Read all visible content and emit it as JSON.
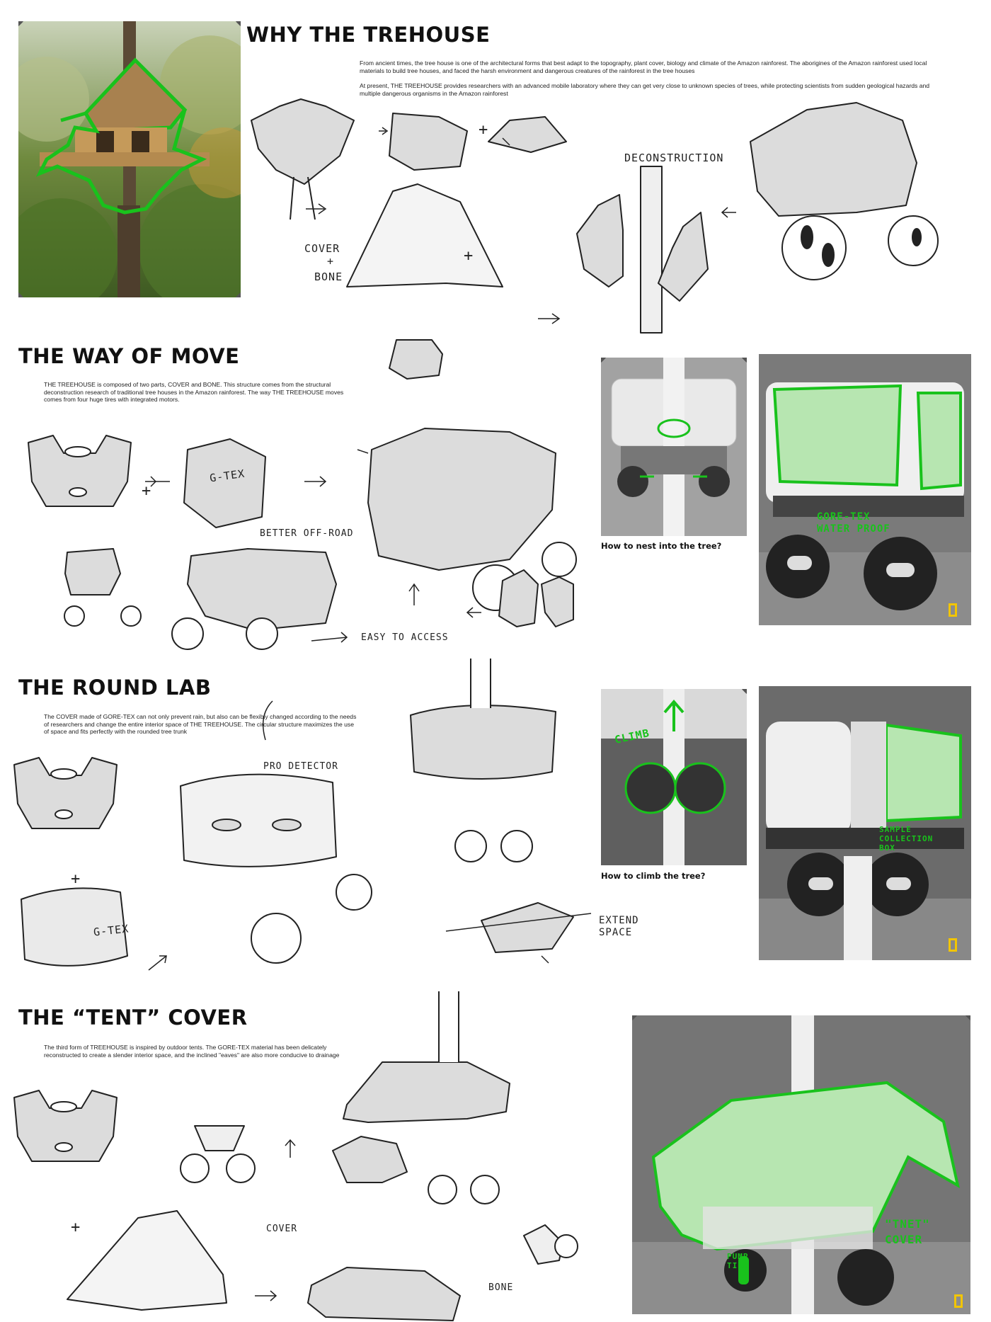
{
  "sections": {
    "why": {
      "title": "WHY THE TREHOUSE",
      "para1": "From ancient times, the tree house is one of the architectural forms that best adapt to the topography, plant cover, biology and climate of the Amazon rainforest. The aborigines of the Amazon rainforest used local materials to build tree houses, and faced the harsh environment and dangerous creatures of the rainforest in the tree houses",
      "para2": "At present, THE TREEHOUSE provides researchers with an advanced mobile laboratory where they can get very close to unknown species of trees, while protecting scientists from sudden geological hazards and multiple dangerous organisms in the Amazon rainforest",
      "labels": {
        "deconstruction": "DECONSTRUCTION",
        "cover": "COVER",
        "plus": "+",
        "bone": "BONE"
      }
    },
    "move": {
      "title": "THE WAY OF MOVE",
      "para": "THE TREEHOUSE is composed of two parts, COVER and BONE. This structure comes from the structural deconstruction research of traditional tree houses in the Amazon rainforest. The way THE TREEHOUSE moves comes from four huge tires with integrated motors.",
      "labels": {
        "gtex": "G-TEX",
        "offroad": "BETTER OFF-ROAD",
        "access": "EASY TO ACCESS",
        "nest_caption": "How to nest into the tree?",
        "goretex": "GORE-TEX\nWATER PROOF"
      }
    },
    "lab": {
      "title": "THE ROUND LAB",
      "para": "The COVER made of GORE-TEX can not only prevent rain, but also can be flexibly changed according to the needs of researchers and change the entire interior space of THE TREEHOUSE. The circular structure maximizes the use of space and fits perfectly with the rounded tree trunk",
      "labels": {
        "detector": "PRO DETECTOR",
        "gtex": "G-TEX",
        "extend": "EXTEND\nSPACE",
        "climb_caption": "How to climb the tree?",
        "climb": "CLIMB",
        "sample": "SAMPLE\nCOLLECTION\nBOX"
      }
    },
    "tent": {
      "title": "THE “TENT” COVER",
      "para": "The third form of TREEHOUSE is inspired by outdoor tents. The GORE-TEX material has been delicately reconstructed to create a slender interior space, and the inclined \"eaves\" are also more conducive to drainage",
      "labels": {
        "cover": "COVER",
        "bone": "BONE",
        "pump": "PUMP\nTIRE",
        "tnet": "\"TNET\"\nCOVER"
      }
    }
  },
  "colors": {
    "accent_green": "#19c21c",
    "logo_yellow": "#f2c500",
    "sketch_fill": "#d9d9d9"
  }
}
